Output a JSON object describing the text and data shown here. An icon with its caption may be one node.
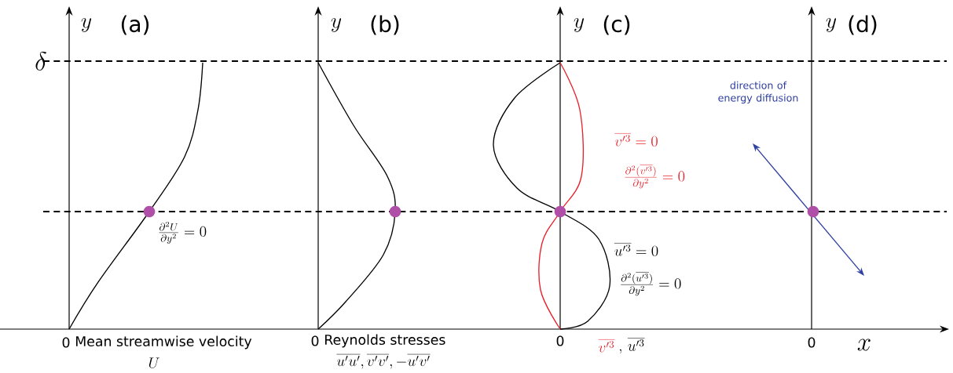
{
  "diagram": {
    "labels": [
      "y",
      "(a)",
      "y",
      "(b)",
      "y",
      "(c)",
      "y",
      "(d)",
      "\\delta",
      "direction of energy diffusion",
      "\\overline{v'^3}=0",
      "\\frac{\\partial^2(\\overline{v'^3})}{\\partial y^2}=0",
      "\\frac{\\partial^2 U}{\\partial y^2}=0",
      "\\overline{u'^3}=0",
      "\\frac{\\partial^2(\\overline{u'^3})}{\\partial y^2}=0",
      "0",
      "Mean streamwise velocity",
      "U",
      "0",
      "Reynolds stresses",
      "\\overline{u'u'},\\overline{v'v'},-\\overline{u'v'}",
      "0",
      "\\overline{v'^3}",
      ",\\,\\overline{u'^3}",
      "0",
      "x"
    ]
  }
}
